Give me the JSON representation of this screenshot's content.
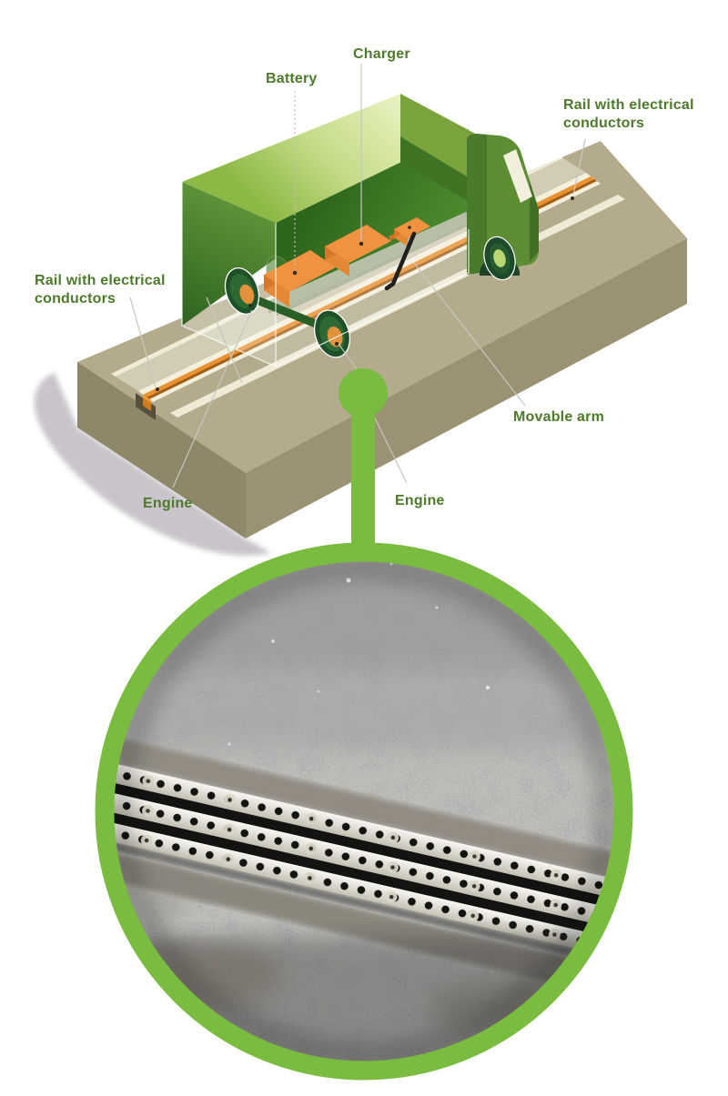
{
  "figure": {
    "type": "electric-road-truck-diagram",
    "labels": {
      "battery": "Battery",
      "charger": "Charger",
      "rail_top_right": "Rail with electrical conductors",
      "rail_left": "Rail with electrical conductors",
      "movable_arm": "Movable arm",
      "engine_left": "Engine",
      "engine_bottom": "Engine"
    },
    "palette": {
      "accent_green": "#7abc3f",
      "label_green": "#4d7a2b",
      "truck_dark_green": "#2b611f",
      "truck_light_green": "#e9f3c3",
      "battery_orange": "#f0923f",
      "rail_orange": "#ea9130",
      "ground_khaki": "#b3ab8c",
      "stripe_cream": "#f3f0dd",
      "asphalt_gray": "#717171",
      "background": "#ffffff"
    }
  }
}
